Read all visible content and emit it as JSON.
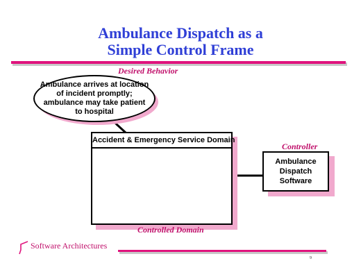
{
  "slide": {
    "title_line1": "Ambulance Dispatch as a",
    "title_line2": "Simple Control Frame",
    "desired_behavior_label": "Desired Behavior",
    "desired_behavior_text": "Ambulance arrives at location of incident promptly; ambulance may take patient to hospital",
    "domain_title": "Accident & Emergency Service Domain",
    "controlled_domain_label": "Controlled Domain",
    "controller_label": "Controller",
    "controller_text": "Ambulance Dispatch Software",
    "footer_text": "Software Architectures",
    "page_number": "9"
  },
  "colors": {
    "title": "#2f3fd6",
    "accent": "#e0137d",
    "shadow": "#f1a9cd",
    "label": "#c0106b"
  }
}
